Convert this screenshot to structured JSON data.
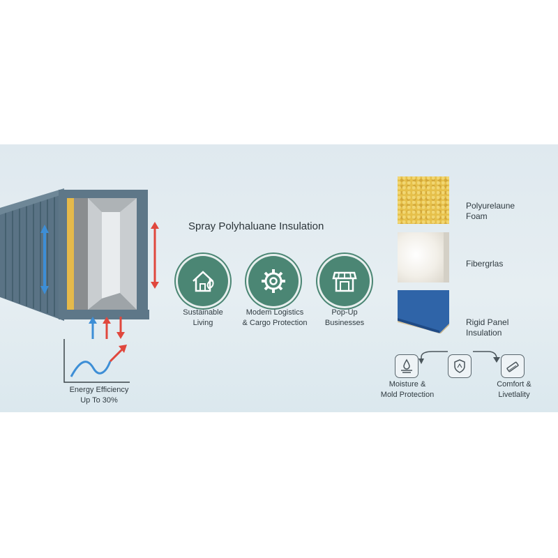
{
  "colors": {
    "accent": "#4b8674",
    "background_band": "#e2ecf1",
    "heat_red": "#e0473d",
    "cool_blue": "#3d8ed6"
  },
  "title": "Spray Polyhaluane Insulation",
  "energy": {
    "line1": "Energy Efficiency",
    "line2": "Up To 30%"
  },
  "features": [
    {
      "icon": "house-leaf-icon",
      "line1": "Sustainable",
      "line2": "Living"
    },
    {
      "icon": "gear-icon",
      "line1": "Modem Logistics",
      "line2": "& Cargo Protection"
    },
    {
      "icon": "storefront-icon",
      "line1": "Pop-Up",
      "line2": "Businesses"
    }
  ],
  "materials": [
    {
      "line1": "Polyurelaune",
      "line2": "Foam",
      "color": "#e6c04a"
    },
    {
      "line1": "Fibergrlas",
      "line2": "",
      "color": "#f0ede6"
    },
    {
      "line1": "Rigid Panel",
      "line2": "Insulation",
      "color": "#2f64a8"
    }
  ],
  "benefits": [
    {
      "icon": "moisture-icon",
      "line1": "Moisture &",
      "line2": "Mold Protection"
    },
    {
      "icon": "shield-icon",
      "line1": "",
      "line2": ""
    },
    {
      "icon": "panel-icon",
      "line1": "Comfort &",
      "line2": "Livetlality"
    }
  ]
}
